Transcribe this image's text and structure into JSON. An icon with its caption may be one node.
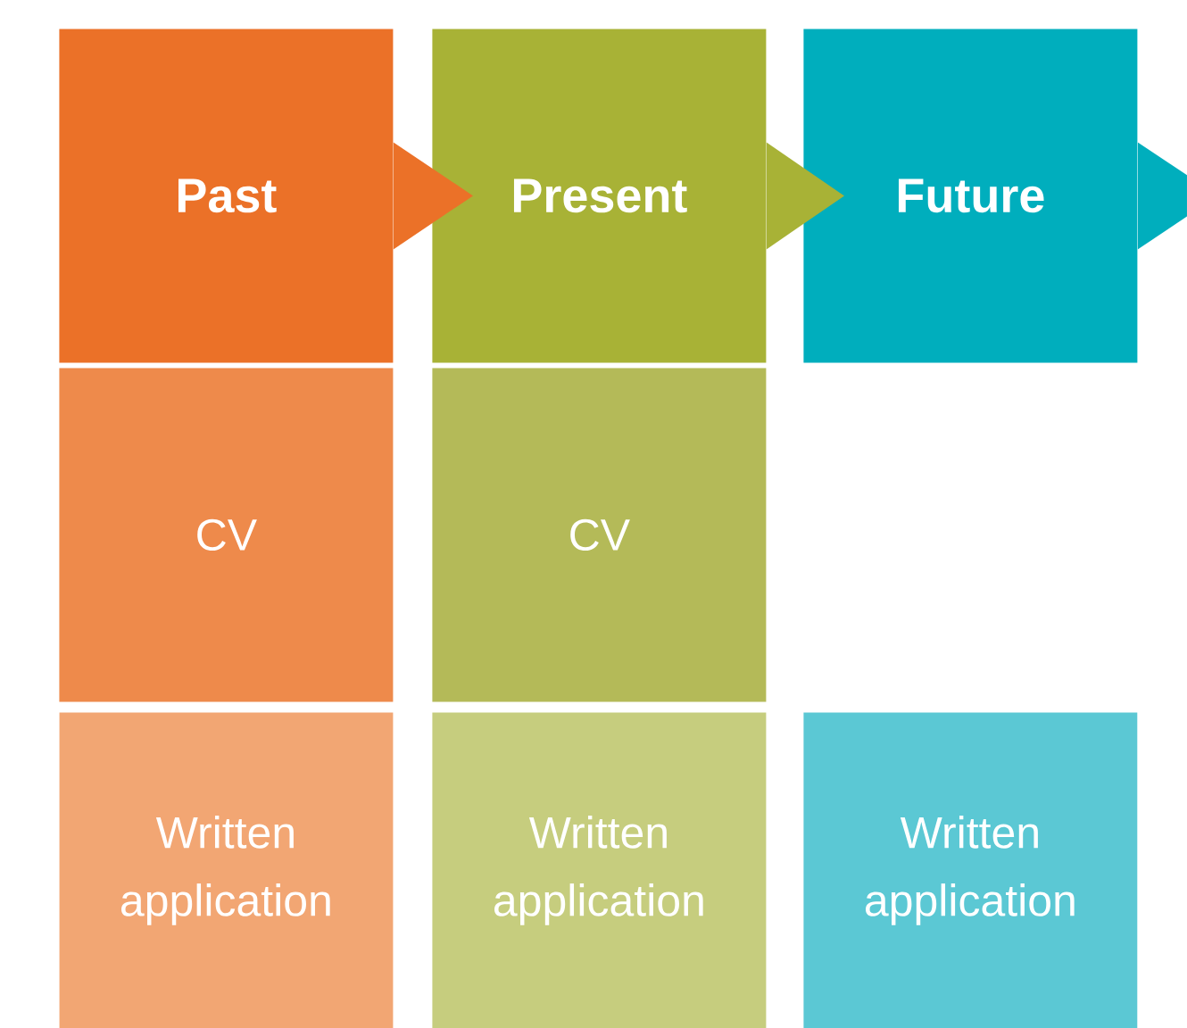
{
  "diagram": {
    "nodes": [
      {
        "text": [
          "Past"
        ]
      },
      {
        "text": [
          "Present"
        ]
      },
      {
        "text": [
          "Future"
        ]
      },
      {
        "text": [
          "CV"
        ]
      },
      {
        "text": [
          "CV"
        ]
      },
      {
        "text": [
          "Written application"
        ]
      },
      {
        "text": [
          "Written application"
        ]
      },
      {
        "text": [
          "Written application"
        ]
      }
    ],
    "edges": [
      {
        "from": 0,
        "to": 1,
        "arrow": "to",
        "color": "#eb7128"
      },
      {
        "from": 1,
        "to": 2,
        "arrow": "to",
        "color": "#a8b236"
      },
      {
        "from": 2,
        "to": null,
        "arrow": "to",
        "color": "#00aebd"
      }
    ]
  }
}
